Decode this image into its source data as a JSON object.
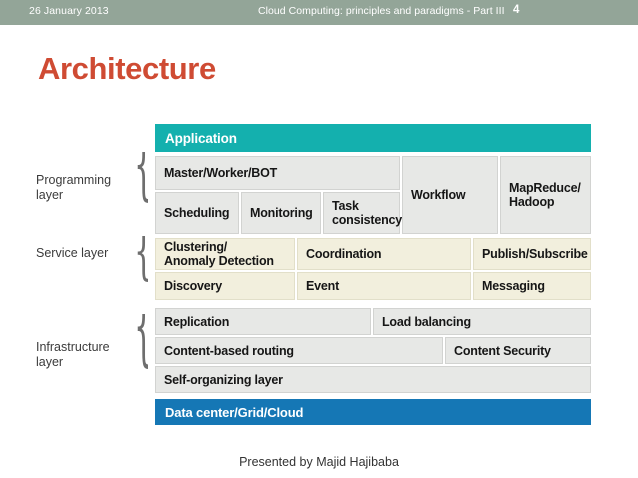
{
  "header": {
    "date": "26 January 2013",
    "title": "Cloud Computing: principles and paradigms - Part III",
    "page_number": "4",
    "bar_color": "#93a598"
  },
  "slide": {
    "title": "Architecture",
    "title_color": "#cf4b33",
    "footer": "Presented by Majid Hajibaba"
  },
  "diagram": {
    "layer_labels": {
      "programming": "Programming\nlayer",
      "service": "Service layer",
      "infrastructure": "Infrastructure\nlayer"
    },
    "application_bar": {
      "label": "Application",
      "color": "#14b0ae"
    },
    "datacenter_bar": {
      "label": "Data center/Grid/Cloud",
      "color": "#1577b5"
    },
    "programming_layer": {
      "boxes": [
        {
          "label": "Master/Worker/BOT"
        },
        {
          "label": "Scheduling"
        },
        {
          "label": "Monitoring"
        },
        {
          "label": "Task\nconsistency"
        },
        {
          "label": "Workflow"
        },
        {
          "label": "MapReduce/\nHadoop"
        }
      ],
      "box_color": "#e7e8e6"
    },
    "service_layer": {
      "boxes": [
        {
          "label": "Clustering/\nAnomaly Detection"
        },
        {
          "label": "Coordination"
        },
        {
          "label": "Publish/Subscribe"
        },
        {
          "label": "Discovery"
        },
        {
          "label": "Event"
        },
        {
          "label": "Messaging"
        }
      ],
      "box_color": "#f2efdd"
    },
    "infrastructure_layer": {
      "boxes": [
        {
          "label": "Replication"
        },
        {
          "label": "Load balancing"
        },
        {
          "label": "Content-based routing"
        },
        {
          "label": "Content Security"
        },
        {
          "label": "Self-organizing layer"
        }
      ],
      "box_color": "#e7e8e6"
    }
  }
}
